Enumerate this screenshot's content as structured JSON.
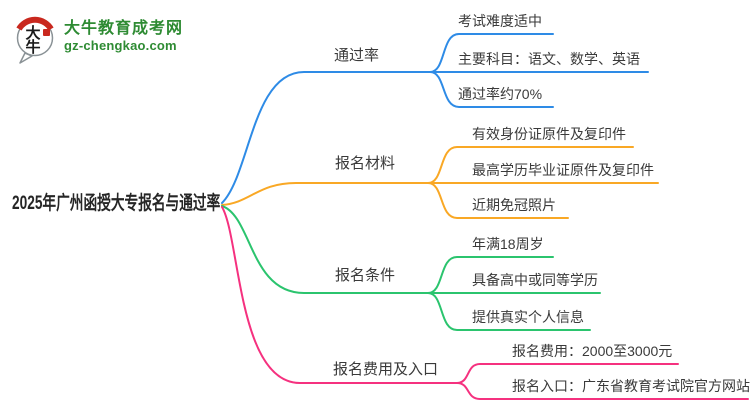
{
  "logo": {
    "badge_char1": "大",
    "badge_char2": "牛",
    "title": "大牛教育成考网",
    "url": "gz-chengkao.com",
    "brand_green": "#2e8b33",
    "seal_red": "#c9281e"
  },
  "colors": {
    "blue": "#2E8BE6",
    "orange": "#F9A825",
    "green": "#2BC46E",
    "pink": "#F5317F",
    "text": "#3a3a3a"
  },
  "mindmap": {
    "root": "2025年广州函授大专报名与通过率",
    "branches": [
      {
        "label": "通过率",
        "color": "#2E8BE6",
        "children": [
          "考试难度适中",
          "主要科目：语文、数学、英语",
          "通过率约70%"
        ]
      },
      {
        "label": "报名材料",
        "color": "#F9A825",
        "children": [
          "有效身份证原件及复印件",
          "最高学历毕业证原件及复印件",
          "近期免冠照片"
        ]
      },
      {
        "label": "报名条件",
        "color": "#2BC46E",
        "children": [
          "年满18周岁",
          "具备高中或同等学历",
          "提供真实个人信息"
        ]
      },
      {
        "label": "报名费用及入口",
        "color": "#F5317F",
        "children": [
          "报名费用：2000至3000元",
          "报名入口：广东省教育考试院官方网站"
        ]
      }
    ]
  }
}
